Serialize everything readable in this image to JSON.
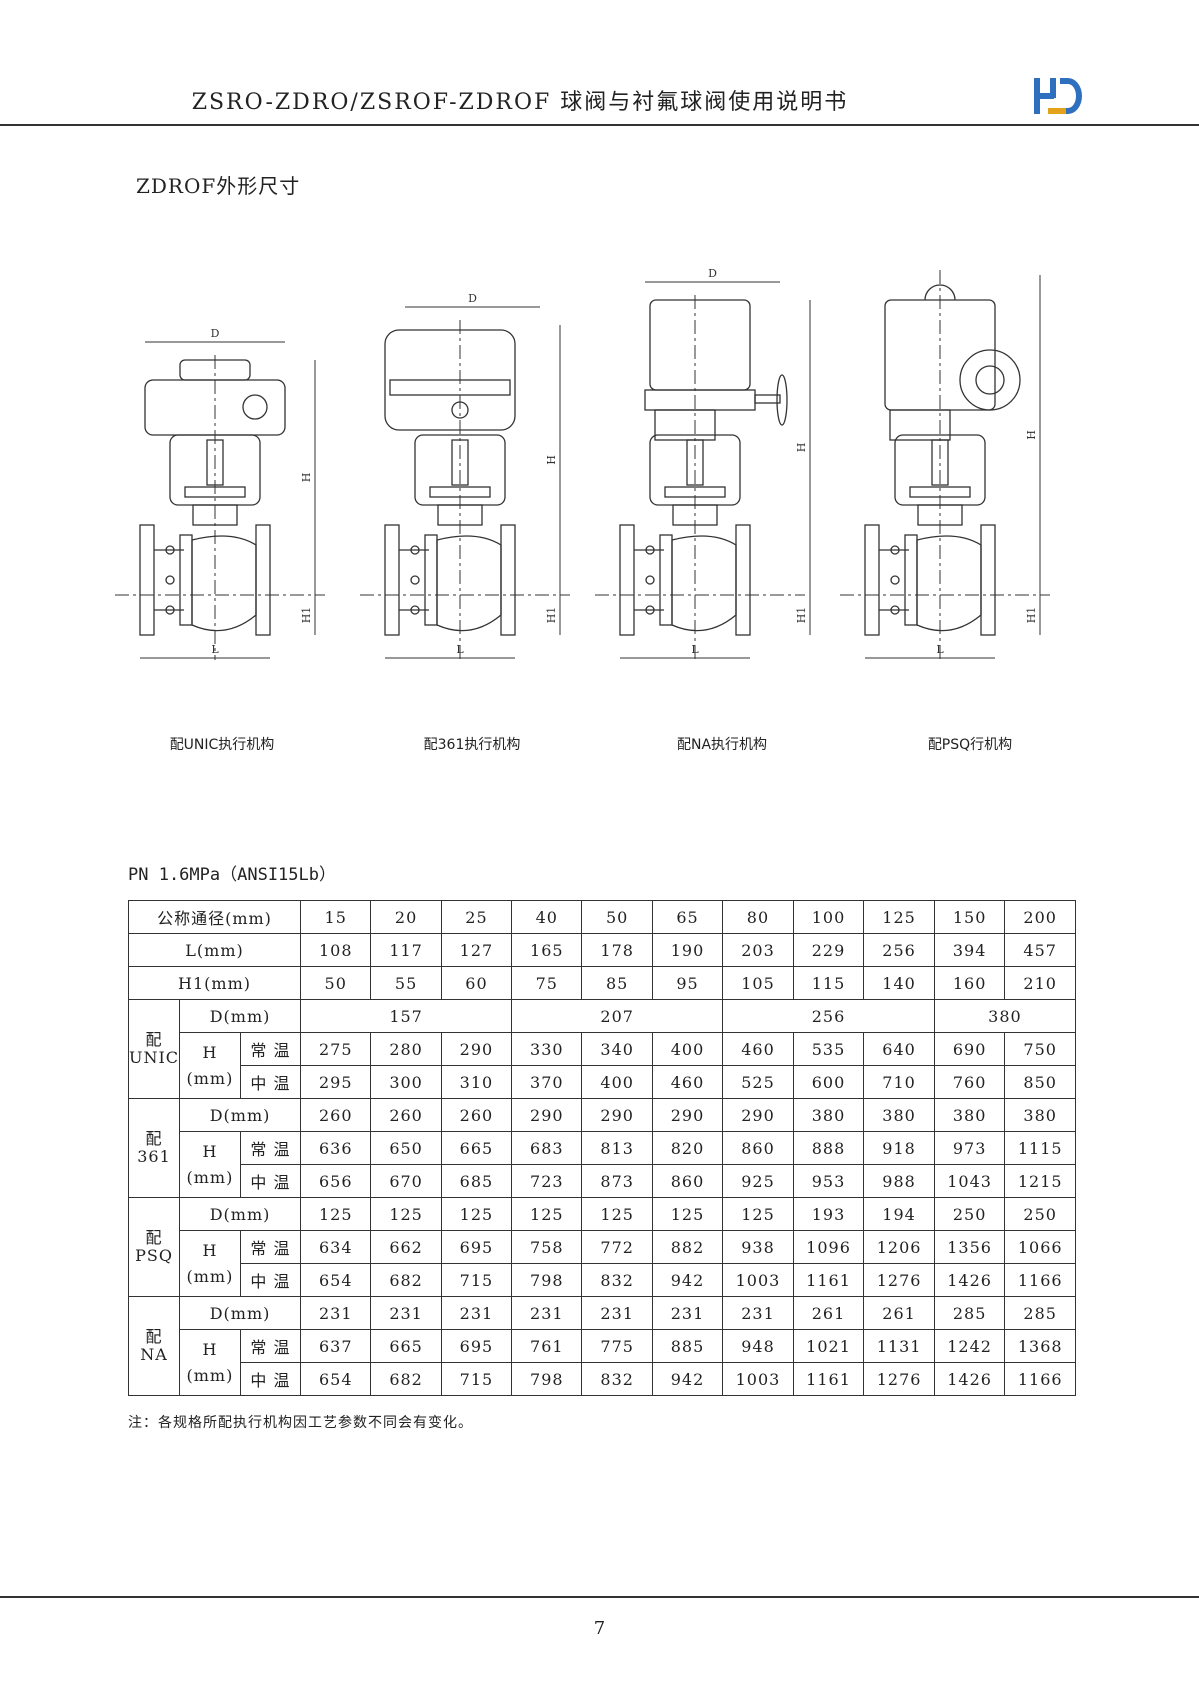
{
  "header": {
    "title": "ZSRO-ZDRO/ZSROF-ZDROF  球阀与衬氟球阀使用说明书",
    "logo_text": "HD"
  },
  "section_title": "ZDROF外形尺寸",
  "drawings": {
    "dim_labels": {
      "D": "D",
      "H": "H",
      "H1": "H1",
      "L": "L"
    },
    "captions": [
      "配UNIC执行机构",
      "配361执行机构",
      "配NA执行机构",
      "配PSQ行机构"
    ]
  },
  "pressure_label": "PN 1.6MPa（ANSI15Lb）",
  "table": {
    "dn_label": "公称通径(mm)",
    "dn": [
      "15",
      "20",
      "25",
      "40",
      "50",
      "65",
      "80",
      "100",
      "125",
      "150",
      "200"
    ],
    "L_label": "L(mm)",
    "L": [
      "108",
      "117",
      "127",
      "165",
      "178",
      "190",
      "203",
      "229",
      "256",
      "394",
      "457"
    ],
    "H1_label": "H1(mm)",
    "H1": [
      "50",
      "55",
      "60",
      "75",
      "85",
      "95",
      "105",
      "115",
      "140",
      "160",
      "210"
    ],
    "D_label": "D(mm)",
    "H_label": "H",
    "H_unit": "(mm)",
    "normal_label": "常 温",
    "mid_label": "中 温",
    "groups": [
      {
        "name": "配",
        "model": "UNIC",
        "D": [
          {
            "value": "157",
            "span": 3
          },
          {
            "value": "207",
            "span": 3
          },
          {
            "value": "256",
            "span": 3
          },
          {
            "value": "380",
            "span": 2
          }
        ],
        "normal": [
          "275",
          "280",
          "290",
          "330",
          "340",
          "400",
          "460",
          "535",
          "640",
          "690",
          "750"
        ],
        "mid": [
          "295",
          "300",
          "310",
          "370",
          "400",
          "460",
          "525",
          "600",
          "710",
          "760",
          "850"
        ]
      },
      {
        "name": "配",
        "model": "361",
        "D": [
          "260",
          "260",
          "260",
          "290",
          "290",
          "290",
          "290",
          "380",
          "380",
          "380",
          "380"
        ],
        "normal": [
          "636",
          "650",
          "665",
          "683",
          "813",
          "820",
          "860",
          "888",
          "918",
          "973",
          "1115"
        ],
        "mid": [
          "656",
          "670",
          "685",
          "723",
          "873",
          "860",
          "925",
          "953",
          "988",
          "1043",
          "1215"
        ]
      },
      {
        "name": "配",
        "model": "PSQ",
        "D": [
          "125",
          "125",
          "125",
          "125",
          "125",
          "125",
          "125",
          "193",
          "194",
          "250",
          "250"
        ],
        "normal": [
          "634",
          "662",
          "695",
          "758",
          "772",
          "882",
          "938",
          "1096",
          "1206",
          "1356",
          "1066"
        ],
        "mid": [
          "654",
          "682",
          "715",
          "798",
          "832",
          "942",
          "1003",
          "1161",
          "1276",
          "1426",
          "1166"
        ]
      },
      {
        "name": "配",
        "model": "NA",
        "D": [
          "231",
          "231",
          "231",
          "231",
          "231",
          "231",
          "231",
          "261",
          "261",
          "285",
          "285"
        ],
        "normal": [
          "637",
          "665",
          "695",
          "761",
          "775",
          "885",
          "948",
          "1021",
          "1131",
          "1242",
          "1368"
        ],
        "mid": [
          "654",
          "682",
          "715",
          "798",
          "832",
          "942",
          "1003",
          "1161",
          "1276",
          "1426",
          "1166"
        ]
      }
    ]
  },
  "note": "注：各规格所配执行机构因工艺参数不同会有变化。",
  "page_number": "7",
  "colors": {
    "logo_blue": "#2f6fc0",
    "logo_orange": "#e3a21a"
  }
}
